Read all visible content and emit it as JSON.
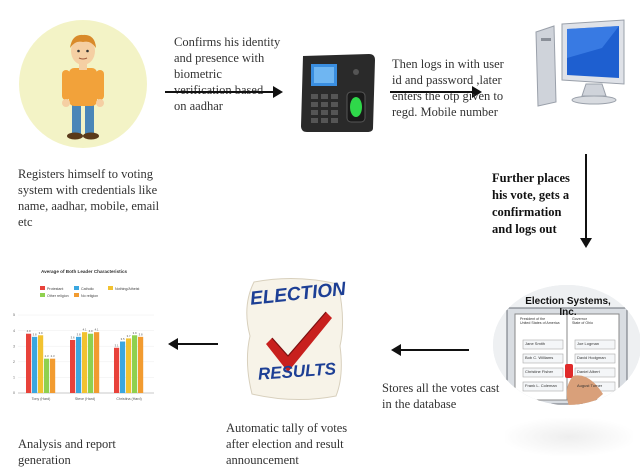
{
  "steps": {
    "register": {
      "lines": [
        "Registers himself to voting",
        "system with credentials like",
        "name, aadhar, mobile, email",
        "etc"
      ]
    },
    "verify": {
      "lines": [
        "Confirms his identity",
        "and  presence with",
        "biometric",
        "verification  based",
        "on aadhar"
      ]
    },
    "login": {
      "lines": [
        "Then logs in with user",
        "id and password ,later",
        "enters the otp given to",
        "regd. Mobile number"
      ]
    },
    "vote": {
      "lines": [
        "Further places",
        "his vote, gets a",
        "confirmation",
        "and logs out"
      ]
    },
    "store": {
      "lines": [
        "Stores all the votes cast",
        "in the database"
      ]
    },
    "tally": {
      "lines": [
        "Automatic tally of votes",
        "after election and result",
        "announcement"
      ]
    },
    "analysis": {
      "lines": [
        "Analysis and report",
        "generation"
      ]
    }
  },
  "election_badge": {
    "top": "ELECTION",
    "bottom": "RESULTS"
  },
  "ballot_machine": {
    "title": "Election Systems, Inc.",
    "left_header": [
      "President of the",
      "United States of America"
    ],
    "right_header": [
      "Governor",
      "State of Ohio"
    ],
    "left_names": [
      "Jane Smith",
      "Bob C. Williams",
      "Christine Fisher",
      "Frank L. Coleman"
    ],
    "right_names": [
      "Joe Logman",
      "David Hodgman",
      "Daniel Albert",
      "August Turner"
    ]
  },
  "mini_chart": {
    "title": "Average of Both Leader Characteristics",
    "legend": [
      "Protestant",
      "Catholic",
      "Nothing/Atheist",
      "Other religion",
      "No religion"
    ],
    "groups": [
      "Tony (Hard)",
      "Steve (Hard)",
      "Christina (Hard)"
    ],
    "colors": [
      "#e8423a",
      "#3aa7e0",
      "#f2c230",
      "#8fd14f",
      "#f29b30"
    ],
    "y_ticks": [
      "5",
      "4",
      "3",
      "2",
      "1",
      "0"
    ],
    "series": [
      {
        "values": [
          3.8,
          3.6,
          3.7,
          2.2,
          2.2
        ]
      },
      {
        "values": [
          3.4,
          3.6,
          3.9,
          3.8,
          3.9
        ]
      },
      {
        "values": [
          2.9,
          3.3,
          3.5,
          3.7,
          3.6
        ]
      }
    ],
    "value_labels": [
      [
        "4.0",
        "3.8",
        "3.9",
        "2.3",
        "2.3"
      ],
      [
        "3.6",
        "3.8",
        "4.1",
        "4.0",
        "4.1"
      ],
      [
        "3.1",
        "3.5",
        "3.7",
        "3.9",
        "3.8"
      ]
    ]
  },
  "colors": {
    "voter_bg": "#f3f3c6",
    "monitor_blue": "#1e5fd0",
    "badge_red": "#c8201e",
    "badge_blue": "#1d3f95"
  }
}
